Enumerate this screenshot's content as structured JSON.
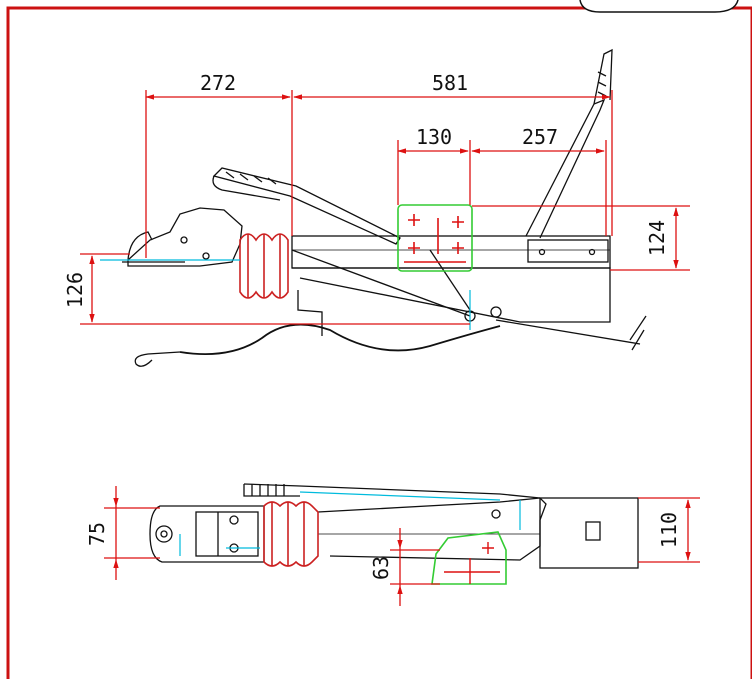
{
  "colors": {
    "border": "#cc1111",
    "dimension": "#dd1111",
    "outline": "#111111",
    "bellows": "#cc2222",
    "mount": "#33cc33",
    "centerline": "#00bbdd"
  },
  "side_view": {
    "dim_ball_to_bellows": "272",
    "dim_total_length": "581",
    "dim_mount_width": "130",
    "dim_mount_to_end": "257",
    "dim_height_right": "124",
    "dim_height_left": "126"
  },
  "top_view": {
    "dim_head_width": "75",
    "dim_mount_offset": "63",
    "dim_end_width": "110"
  }
}
